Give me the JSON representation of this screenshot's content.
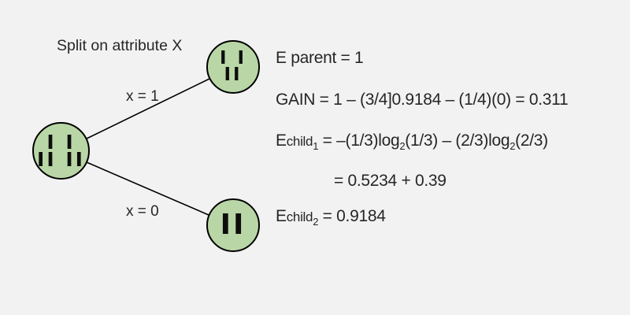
{
  "colors": {
    "background": "#f2f2f3",
    "node_fill": "#b9d7a6",
    "node_stroke": "#000000",
    "edge_line": "#000000",
    "text": "#262626"
  },
  "diagram": {
    "title": "Split on attribute X",
    "tree": {
      "root_node": {
        "tally_row1": "I I",
        "tally_row2": "II II"
      },
      "child_node_x1": {
        "tally_row1": "I I",
        "tally_row2": "II"
      },
      "child_node_x0": {
        "tally_row1": "II"
      },
      "edges": [
        {
          "label": "x = 1"
        },
        {
          "label": "x = 0"
        }
      ]
    }
  },
  "formulas": {
    "lines": [
      {
        "name": "e-parent",
        "segments": [
          {
            "t": "E parent = 1"
          }
        ]
      },
      {
        "name": "gain",
        "segments": [
          {
            "t": "GAIN = 1 – (3/4]0.9184 – (1/4)(0) = 0.311"
          }
        ]
      },
      {
        "name": "e-child1",
        "segments": [
          {
            "t": "E"
          },
          {
            "t": "child",
            "s": "small"
          },
          {
            "t": "1",
            "s": "sub"
          },
          {
            "t": " = –(1/3)log"
          },
          {
            "t": "2",
            "s": "sub"
          },
          {
            "t": "(1/3) – (2/3)log"
          },
          {
            "t": "2",
            "s": "sub"
          },
          {
            "t": "(2/3)"
          }
        ]
      },
      {
        "name": "e-child1-sum",
        "segments": [
          {
            "t": "= 0.5234 + 0.39"
          }
        ]
      },
      {
        "name": "e-child2",
        "segments": [
          {
            "t": "E"
          },
          {
            "t": "child",
            "s": "small"
          },
          {
            "t": "2",
            "s": "sub"
          },
          {
            "t": " = 0.9184"
          }
        ]
      }
    ]
  }
}
